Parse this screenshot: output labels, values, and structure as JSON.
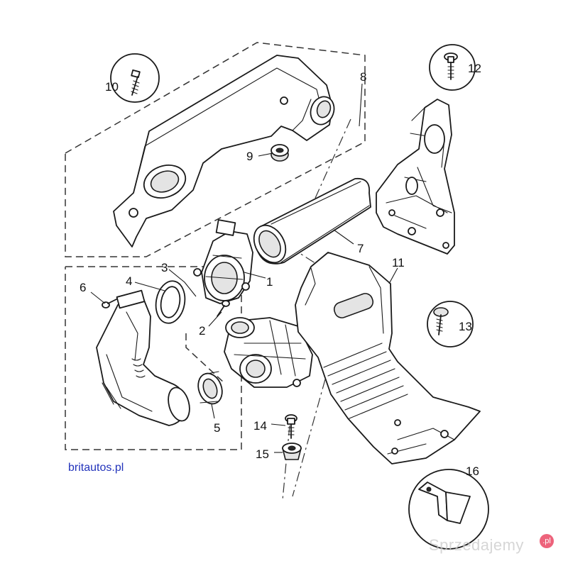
{
  "diagram": {
    "callouts": [
      "1",
      "2",
      "3",
      "4",
      "5",
      "6",
      "7",
      "8",
      "9",
      "10",
      "11",
      "12",
      "13",
      "14",
      "15",
      "16"
    ]
  },
  "footer": {
    "brand_text": "britautos.pl",
    "watermark_text": "Sprzedajemy",
    "watermark_badge": ".pl"
  }
}
